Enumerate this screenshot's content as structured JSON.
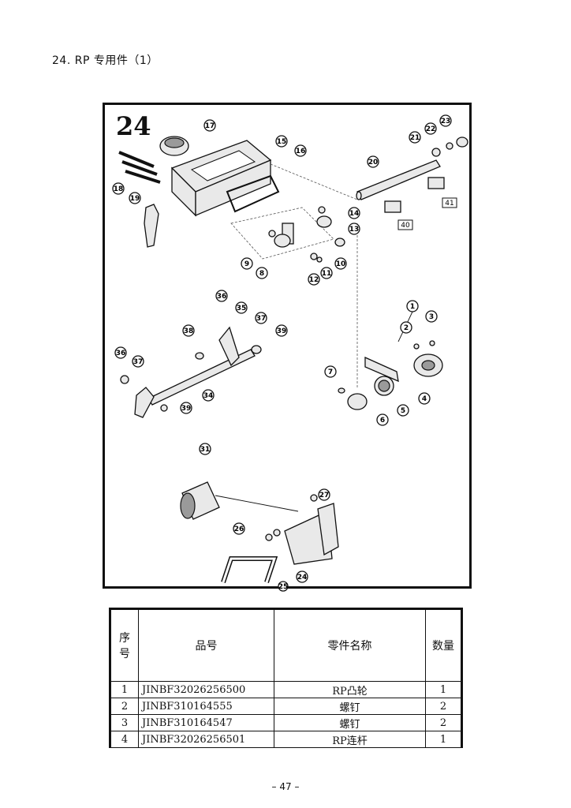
{
  "section": {
    "title": "24. RP 专用件（1）"
  },
  "figure": {
    "number": "24",
    "callouts": [
      "1",
      "2",
      "3",
      "4",
      "5",
      "6",
      "7",
      "8",
      "9",
      "10",
      "11",
      "12",
      "13",
      "14",
      "15",
      "16",
      "17",
      "18",
      "19",
      "20",
      "21",
      "22",
      "23",
      "24",
      "25",
      "26",
      "27",
      "31",
      "34",
      "35",
      "36",
      "37",
      "38",
      "39"
    ],
    "boxed_labels": [
      "40",
      "41"
    ]
  },
  "table": {
    "headers": {
      "no": "序号",
      "code": "品号",
      "name": "零件名称",
      "qty": "数量"
    },
    "rows": [
      {
        "no": "1",
        "code": "JINBF32026256500",
        "name": "RP凸轮",
        "qty": "1"
      },
      {
        "no": "2",
        "code": "JINBF310164555",
        "name": "螺钉",
        "qty": "2"
      },
      {
        "no": "3",
        "code": "JINBF310164547",
        "name": "螺钉",
        "qty": "2"
      },
      {
        "no": "4",
        "code": "JINBF32026256501",
        "name": "RP连杆",
        "qty": "1"
      }
    ]
  },
  "footer": {
    "page_number": "– 47 –"
  }
}
